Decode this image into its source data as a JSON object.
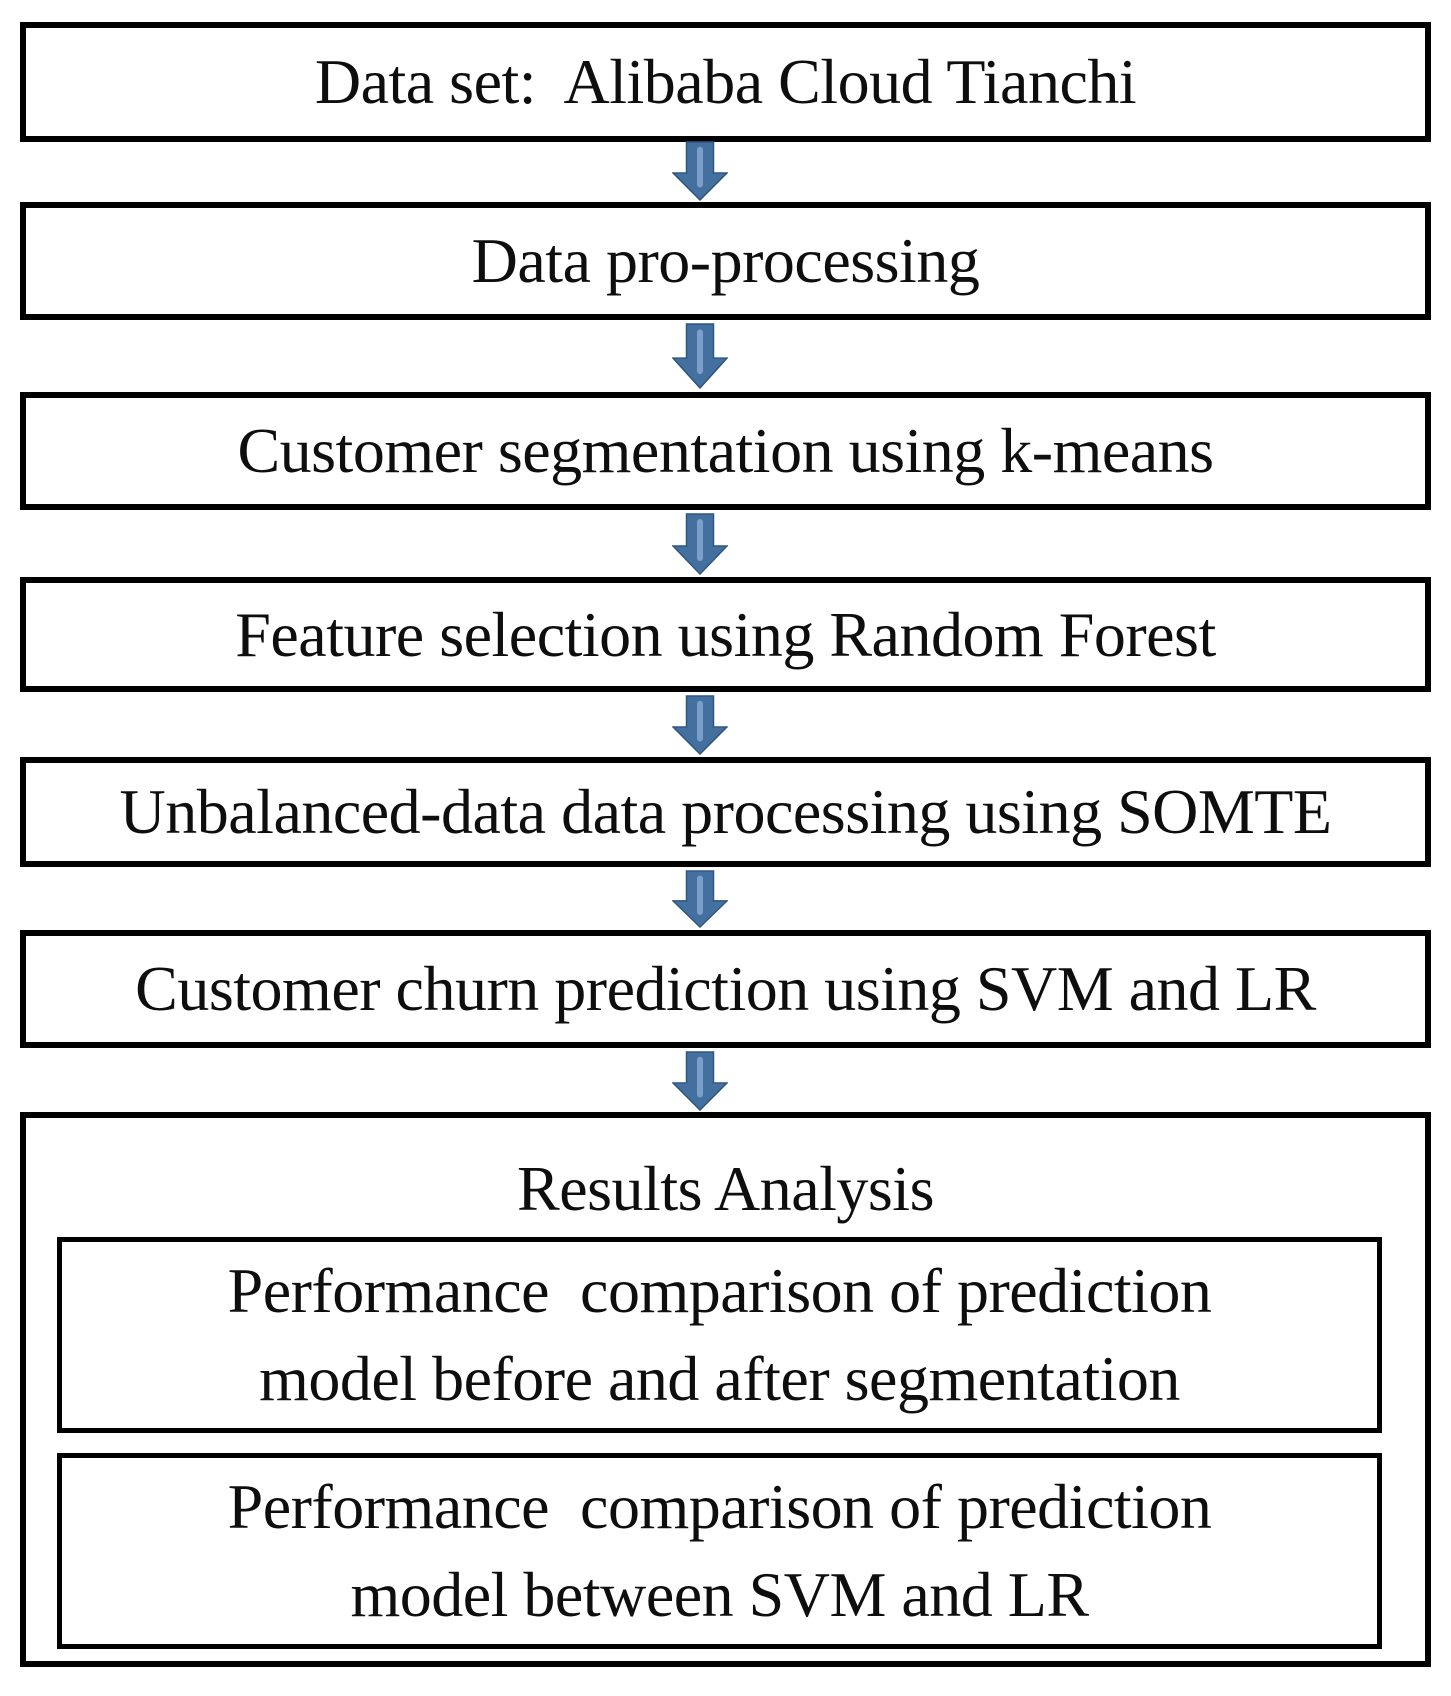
{
  "flow_boxes": [
    {
      "label": "Data set:  Alibaba Cloud Tianchi"
    },
    {
      "label": "Data pro-processing"
    },
    {
      "label": "Customer segmentation using k-means"
    },
    {
      "label": "Feature selection using Random Forest"
    },
    {
      "label": "Unbalanced-data data processing using SOMTE"
    },
    {
      "label": "Customer churn prediction using SVM and LR"
    }
  ],
  "results": {
    "title": "Results Analysis",
    "boxes": [
      {
        "line1": "Performance  comparison of prediction",
        "line2": "model before and after segmentation"
      },
      {
        "line1": "Performance  comparison of prediction",
        "line2": "model between SVM and LR"
      }
    ]
  },
  "icons": {
    "connector": "down-block-arrow"
  },
  "colors": {
    "arrow_fill": "#44709f",
    "arrow_highlight": "#7b9ecb",
    "arrow_outline": "#2e5680",
    "box_border": "#000000",
    "background": "#ffffff",
    "text": "#0e0e0e"
  }
}
